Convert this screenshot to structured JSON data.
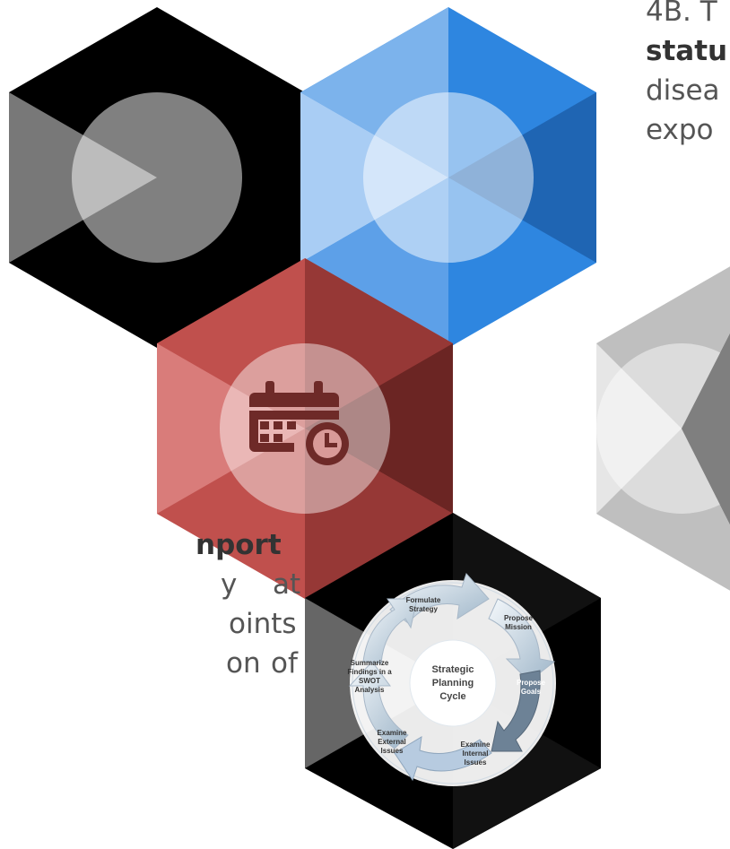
{
  "right_text": {
    "line1": "4B. T",
    "line2_bold": "statu",
    "line3": "disea",
    "line4": "expo"
  },
  "left_text": {
    "line1_bold": "nport",
    "line2_a": "y",
    "line2_b": "at",
    "line3": "oints",
    "line4_a": "on",
    "line4_b": "of"
  },
  "hexagons": [
    {
      "name": "hex-black",
      "color_main": "#000000",
      "color_side": "#666666",
      "circle": "#888888"
    },
    {
      "name": "hex-blue",
      "color_main": "#2e86e0",
      "color_light": "#8bbcf0",
      "circle": "#c8e0f8"
    },
    {
      "name": "hex-red",
      "color_main": "#c0504d",
      "color_dark": "#8b2e2c",
      "icon": "calendar-clock-icon"
    },
    {
      "name": "hex-gray",
      "color_main": "#bfbfbf",
      "color_dark": "#7f7f7f"
    },
    {
      "name": "hex-bottom-black",
      "color_main": "#000000",
      "image": "strategic-planning-cycle-diagram"
    }
  ],
  "planning_cycle": {
    "center": [
      "Strategic",
      "Planning",
      "Cycle"
    ],
    "steps": [
      [
        "Formulate",
        "Strategy"
      ],
      [
        "Propose",
        "Mission"
      ],
      [
        "Propose",
        "Goals"
      ],
      [
        "Examine",
        "Internal",
        "Issues"
      ],
      [
        "Examine",
        "External",
        "Issues"
      ],
      [
        "Summarize",
        "Findings in a",
        "SWOT",
        "Analysis"
      ]
    ]
  }
}
